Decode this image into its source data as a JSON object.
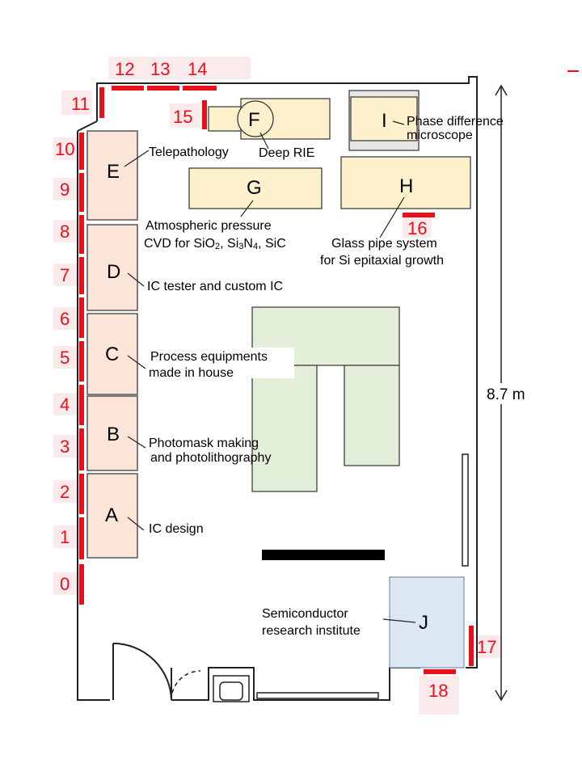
{
  "markers": [
    "0",
    "1",
    "2",
    "3",
    "4",
    "5",
    "6",
    "7",
    "8",
    "9",
    "10",
    "11",
    "12",
    "13",
    "14",
    "15",
    "16",
    "17",
    "18"
  ],
  "equipment": {
    "A": {
      "letter": "A",
      "label": [
        "IC design"
      ]
    },
    "B": {
      "letter": "B",
      "label": [
        "Photomask making",
        "and photolithography"
      ]
    },
    "C": {
      "letter": "C",
      "label": [
        "Process equipments",
        "made in house"
      ]
    },
    "D": {
      "letter": "D",
      "label": [
        "IC tester and custom IC"
      ]
    },
    "E": {
      "letter": "E",
      "label": [
        "Telepathology"
      ]
    },
    "F": {
      "letter": "F",
      "label": [
        "Deep RIE"
      ]
    },
    "G": {
      "letter": "G",
      "label": [
        "Atmospheric pressure"
      ],
      "formula": [
        "CVD for SiO",
        "2",
        ", Si",
        "3",
        "N",
        "4",
        ", SiC"
      ]
    },
    "H": {
      "letter": "H",
      "label": [
        "Glass pipe system",
        "for Si epitaxial growth"
      ]
    },
    "I": {
      "letter": "I",
      "label": [
        "Phase difference",
        "microscope"
      ]
    },
    "J": {
      "letter": "J",
      "label": [
        "Semiconductor",
        "research institute"
      ]
    }
  },
  "dimension": "8.7 m",
  "colors": {
    "workstation": "#fae5d8",
    "equipment": "#fdf0cc",
    "table": "#e3efd8",
    "institute": "#dce7f4",
    "marker": "#e8101a",
    "marker_label_bg": "#fbeaec"
  }
}
